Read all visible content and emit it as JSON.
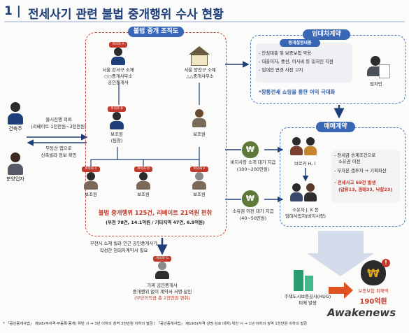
{
  "title": {
    "number": "1 |",
    "text": "전세사기 관련 불법 중개행위 수사 현황"
  },
  "left": {
    "landlord_label": "건축주",
    "agent_label": "분양업자",
    "arrow_top_line1": "물시진행 의뢰",
    "arrow_top_line2": "(리베이트 1천만원~3천만원)",
    "arrow_bot_line1": "부동산 앱으로",
    "arrow_bot_line2": "신축빌라 정보 확인"
  },
  "org": {
    "pill": "불법 중개 조직도",
    "broker_a_tag": "피의자 A",
    "broker_a_text": [
      "서울 강서구 소재",
      "○○중개사무소",
      "공인중개사"
    ],
    "office_b_text": [
      "서울 양천구 소재",
      "△△중개사무소"
    ],
    "broker_b_tag": "피의자 B",
    "broker_b_label": [
      "보조원",
      "(팀장)"
    ],
    "staff_e_label": "보조원",
    "c_tag": "피의자 C",
    "c_label": "보조원",
    "d_tag": "피의자 D",
    "d_label": "보조원",
    "f_tag": "피의자 F",
    "f_label": "보조원",
    "summary_main": "불법 중개행위 125건, 리베이트 21억원 편취",
    "summary_sub": "(부천 78건, 14.1억원 / 기타지역 47건, 6.9억원)"
  },
  "lease": {
    "pill": "임대차계약",
    "inner_pill": "중개설명내용",
    "bullets": [
      "안심대출 및 보증보험 악용",
      "대출이자, 중선, 이사비 등 일처인 지원",
      "임대인 변경 사전 고지"
    ],
    "tenant_label": "임차인",
    "note": "*깡통전세 쇼핑을 통한 이익 극대화"
  },
  "sale": {
    "pill": "매매계약",
    "money1_line1": "바지사장 소개 대가 지급",
    "money1_line2": "(100~200만원)",
    "money2_line1": "소유권 이전 대가 지급",
    "money2_line2": "(40~50만원)",
    "broker_hi": "브로커 H, I",
    "owner_line1": "소유자 J, K 등",
    "owner_line2": "임대사업자(바지사장)",
    "bullets": [
      "전세금 승계조건으로 소유권 이전",
      "무자본 갭투자 → 기획파산"
    ],
    "red_line1": "전세사고 69건 발생",
    "red_line2": "(압류13, 경매33, 낙찰23)"
  },
  "bottom": {
    "g_note_line1": "부천시 소재 빌라 인근 공인중개사가",
    "g_note_line2": "작성한 임대차계약서 필요",
    "g_tag": "피의자 G",
    "g_line1": "가짜 공인중개사",
    "g_line2": "중개행위 없이 계약서 서명·날인",
    "g_line3": "(부당이득금 총 2천만원 편취)",
    "hug_line1": "주택도시보증공사(HUG)",
    "hug_line2": "피해 발생",
    "damage_line1": "보증보험 피해액",
    "damage_line2": "190억원",
    "footnote": "* 「공인중개사법」 제9조(무자격·무등록 중개) 위반 시 → 3년 이하의 징역 3천만원 이하의 벌금 / 「공인중개사법」 제19조(자격 성명·상호 대여) 위반 시 → 1년 이하의 징역 1천만원 이하의 벌금",
    "watermark": "Awakenews"
  },
  "colors": {
    "navy": "#1e3f7a",
    "red": "#c0392b",
    "blue": "#3a66b6",
    "gold": "#e2a51e"
  }
}
